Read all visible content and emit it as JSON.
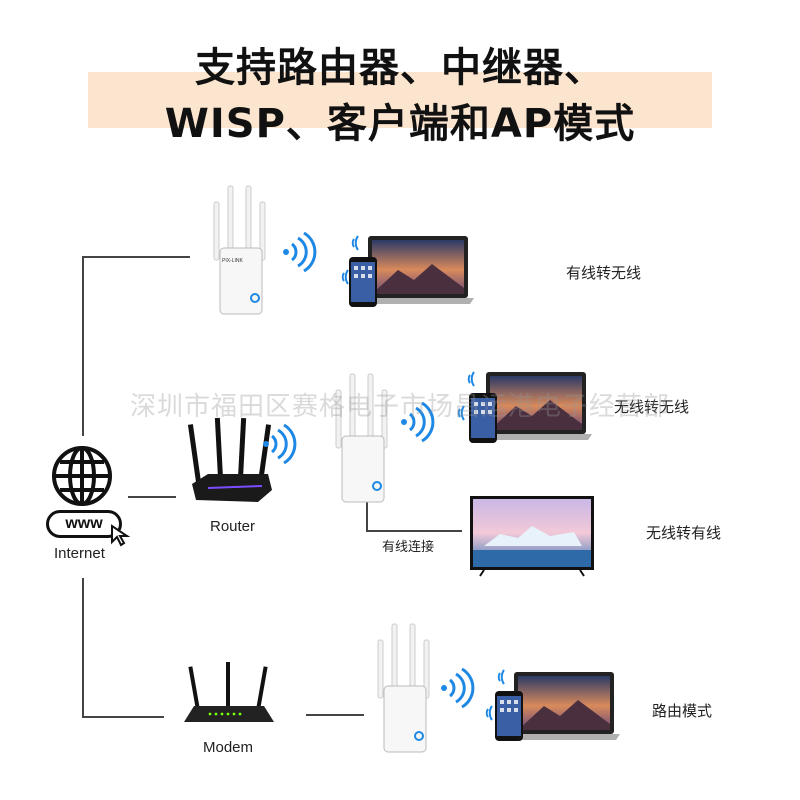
{
  "title": {
    "line1": "支持路由器、中继器、",
    "line2": "WISP、客户端和AP模式"
  },
  "internet": {
    "www_text": "www",
    "label": "Internet"
  },
  "devices": {
    "router_label": "Router",
    "modem_label": "Modem",
    "repeater_brand": "PIX-LINK",
    "wired_connection_label": "有线连接"
  },
  "modes": [
    {
      "label": "有线转无线"
    },
    {
      "label": "无线转无线"
    },
    {
      "label": "无线转有线"
    },
    {
      "label": "路由模式"
    }
  ],
  "watermark": "深圳市福田区赛格电子市场昌运港电子经营部",
  "colors": {
    "title_band": "#fbe5cf",
    "wifi_blue": "#1e88e5",
    "line": "#444444"
  }
}
